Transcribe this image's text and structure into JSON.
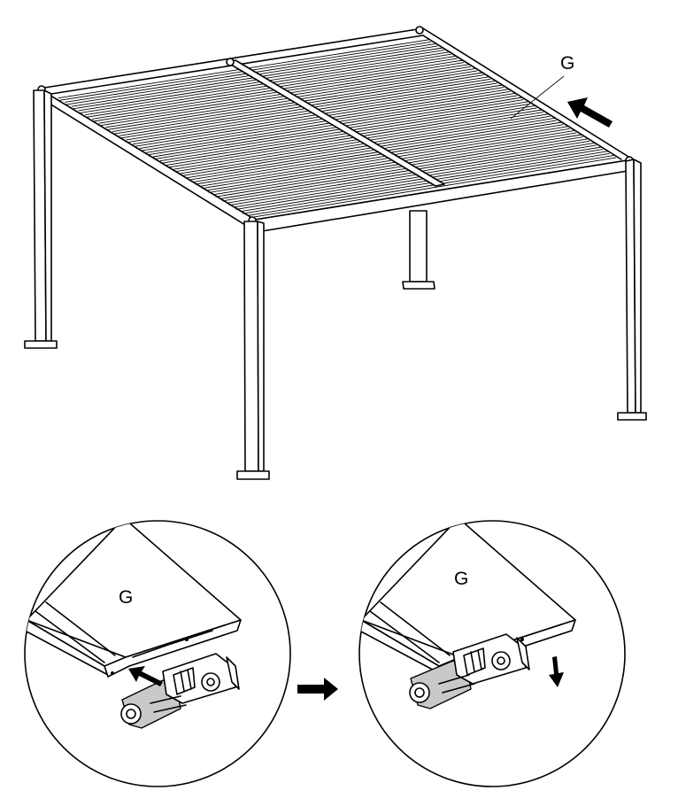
{
  "labels": {
    "main_part": "G",
    "detail_left_part": "G",
    "detail_right_part": "G"
  },
  "colors": {
    "line": "#000000",
    "background": "#ffffff",
    "shade": "#c9c9c9"
  },
  "icons": [
    "push-arrow-icon",
    "then-arrow-icon",
    "down-arrow-icon"
  ]
}
